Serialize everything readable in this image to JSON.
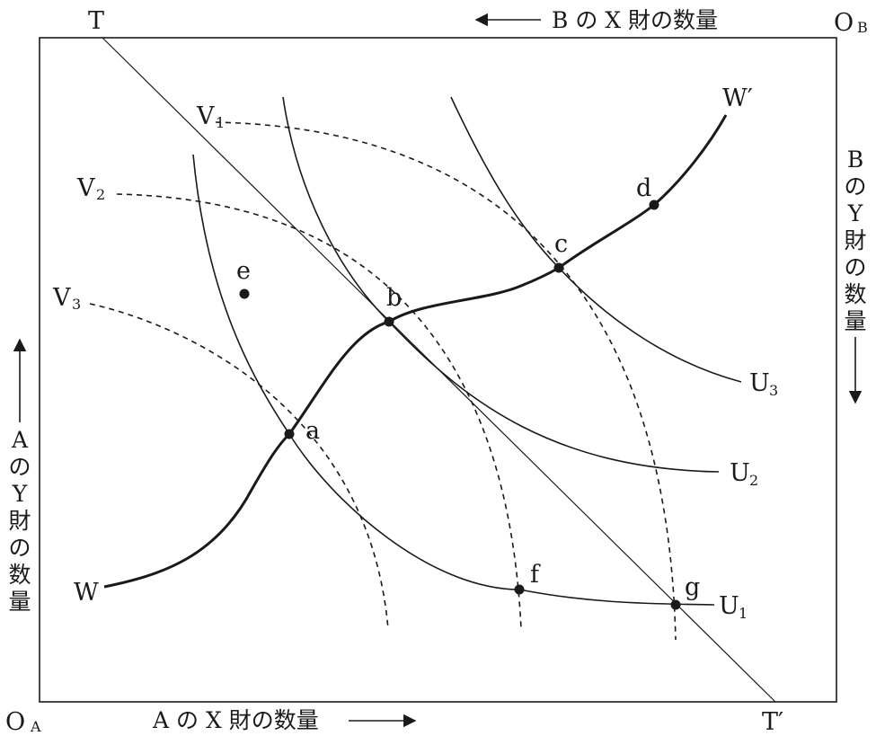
{
  "corners": {
    "top_left": "T",
    "top_right_main": "O",
    "top_right_sub": "B",
    "bottom_left_main": "O",
    "bottom_left_sub": "A",
    "bottom_right": "T′"
  },
  "axes": {
    "top": "B の X 財の数量",
    "bottom": "A の X 財の数量",
    "right": [
      "B",
      "の",
      "Y",
      "財",
      "の",
      "数",
      "量"
    ],
    "left": [
      "A",
      "の",
      "Y",
      "財",
      "の",
      "数",
      "量"
    ]
  },
  "curves": {
    "contract_start": "W",
    "contract_end": "W′",
    "v1_main": "V",
    "v1_sub": "1",
    "v2_main": "V",
    "v2_sub": "2",
    "v3_main": "V",
    "v3_sub": "3",
    "u1_main": "U",
    "u1_sub": "1",
    "u2_main": "U",
    "u2_sub": "2",
    "u3_main": "U",
    "u3_sub": "3"
  },
  "points": {
    "a": "a",
    "b": "b",
    "c": "c",
    "d": "d",
    "e": "e",
    "f": "f",
    "g": "g"
  },
  "colors": {
    "ink": "#1a1a1a",
    "background": "#ffffff"
  }
}
